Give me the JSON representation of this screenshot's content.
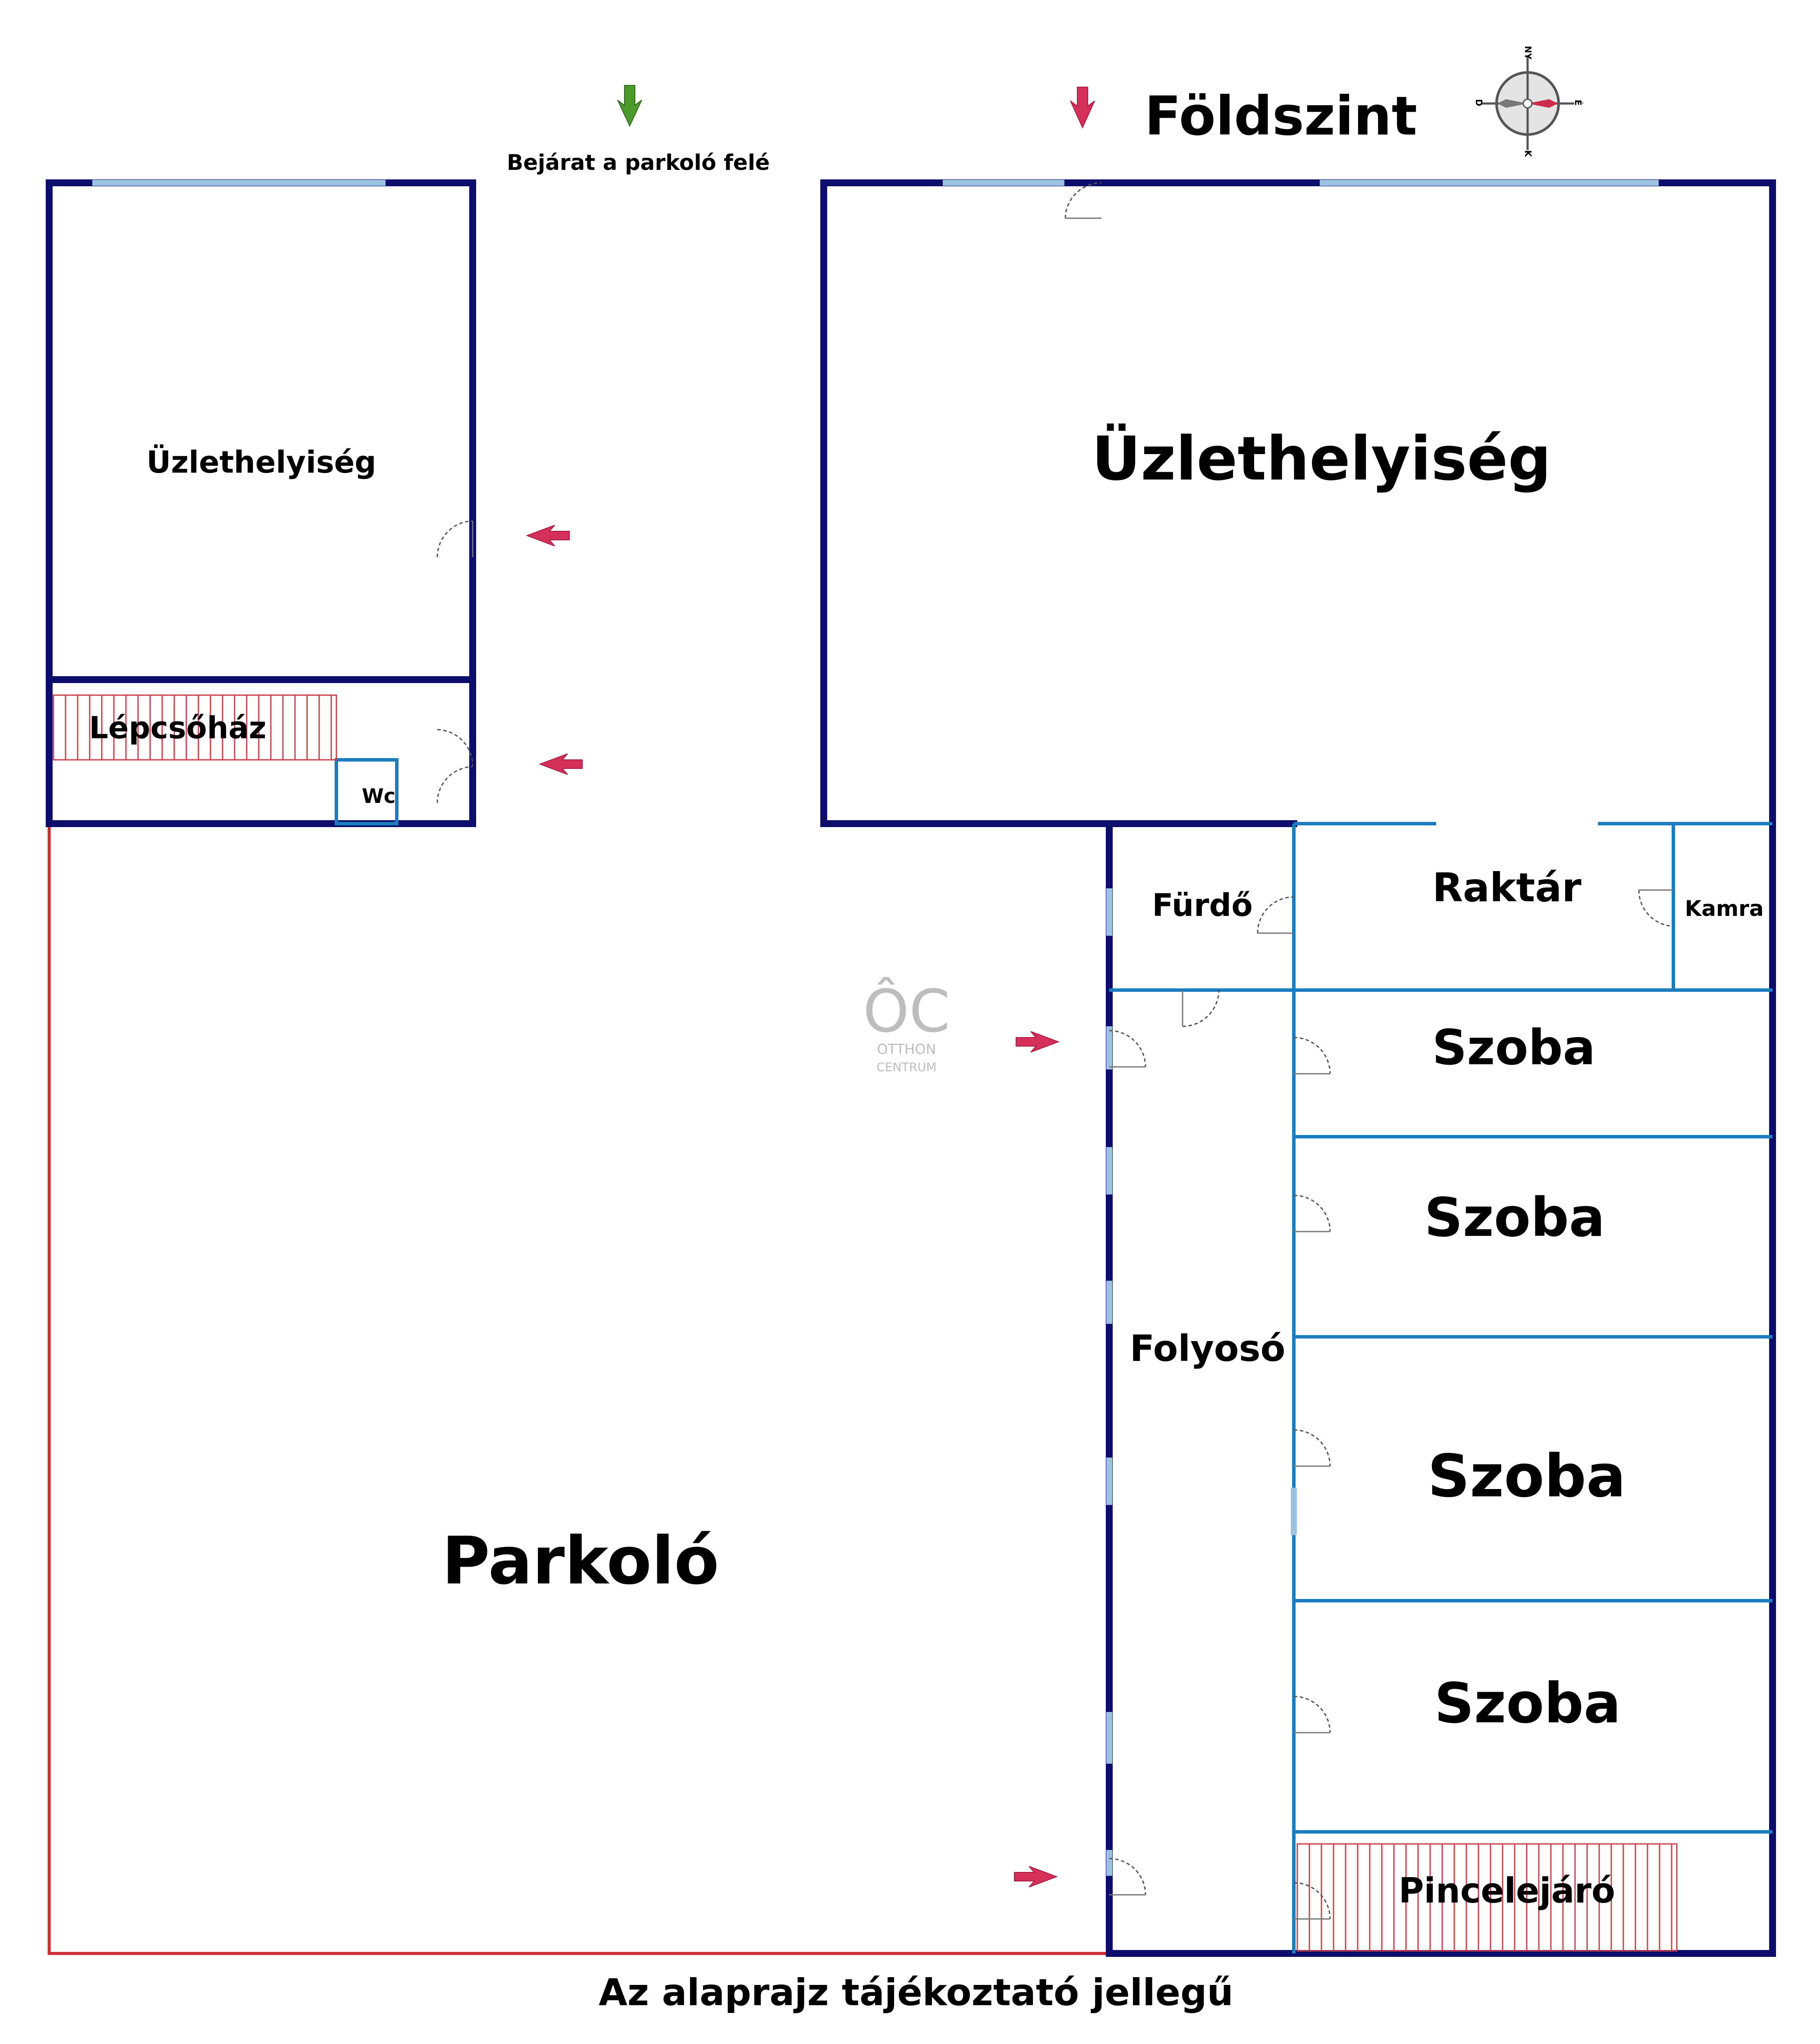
{
  "plan": {
    "title": "Földszint",
    "entrance_note": "Bejárat a parkoló felé",
    "disclaimer": "Az alaprajz tájékoztató jellegű",
    "compass": {
      "north": "NY",
      "east": "É",
      "south": "K",
      "west": "D"
    },
    "watermark": {
      "logo": "ÔC",
      "line1": "OTTHON",
      "line2": "CENTRUM"
    },
    "rooms": {
      "shop_left": "Üzlethelyiség",
      "stairwell": "Lépcsőház",
      "wc": "Wc",
      "shop_right": "Üzlethelyiség",
      "bathroom": "Fürdő",
      "storage": "Raktár",
      "pantry": "Kamra",
      "room1": "Szoba",
      "room2": "Szoba",
      "room3": "Szoba",
      "room4": "Szoba",
      "corridor": "Folyosó",
      "cellar": "Pincelejáró",
      "parking": "Parkoló"
    }
  },
  "colors": {
    "outer_wall": "#0d0d6b",
    "inner_wall": "#1b7dbd",
    "window": "#9cc2e2",
    "parking_outline": "#cc2b33",
    "stair_hatch": "#cc3d4a",
    "arrow_red": "#d4305a",
    "arrow_green": "#4c9a2a"
  }
}
